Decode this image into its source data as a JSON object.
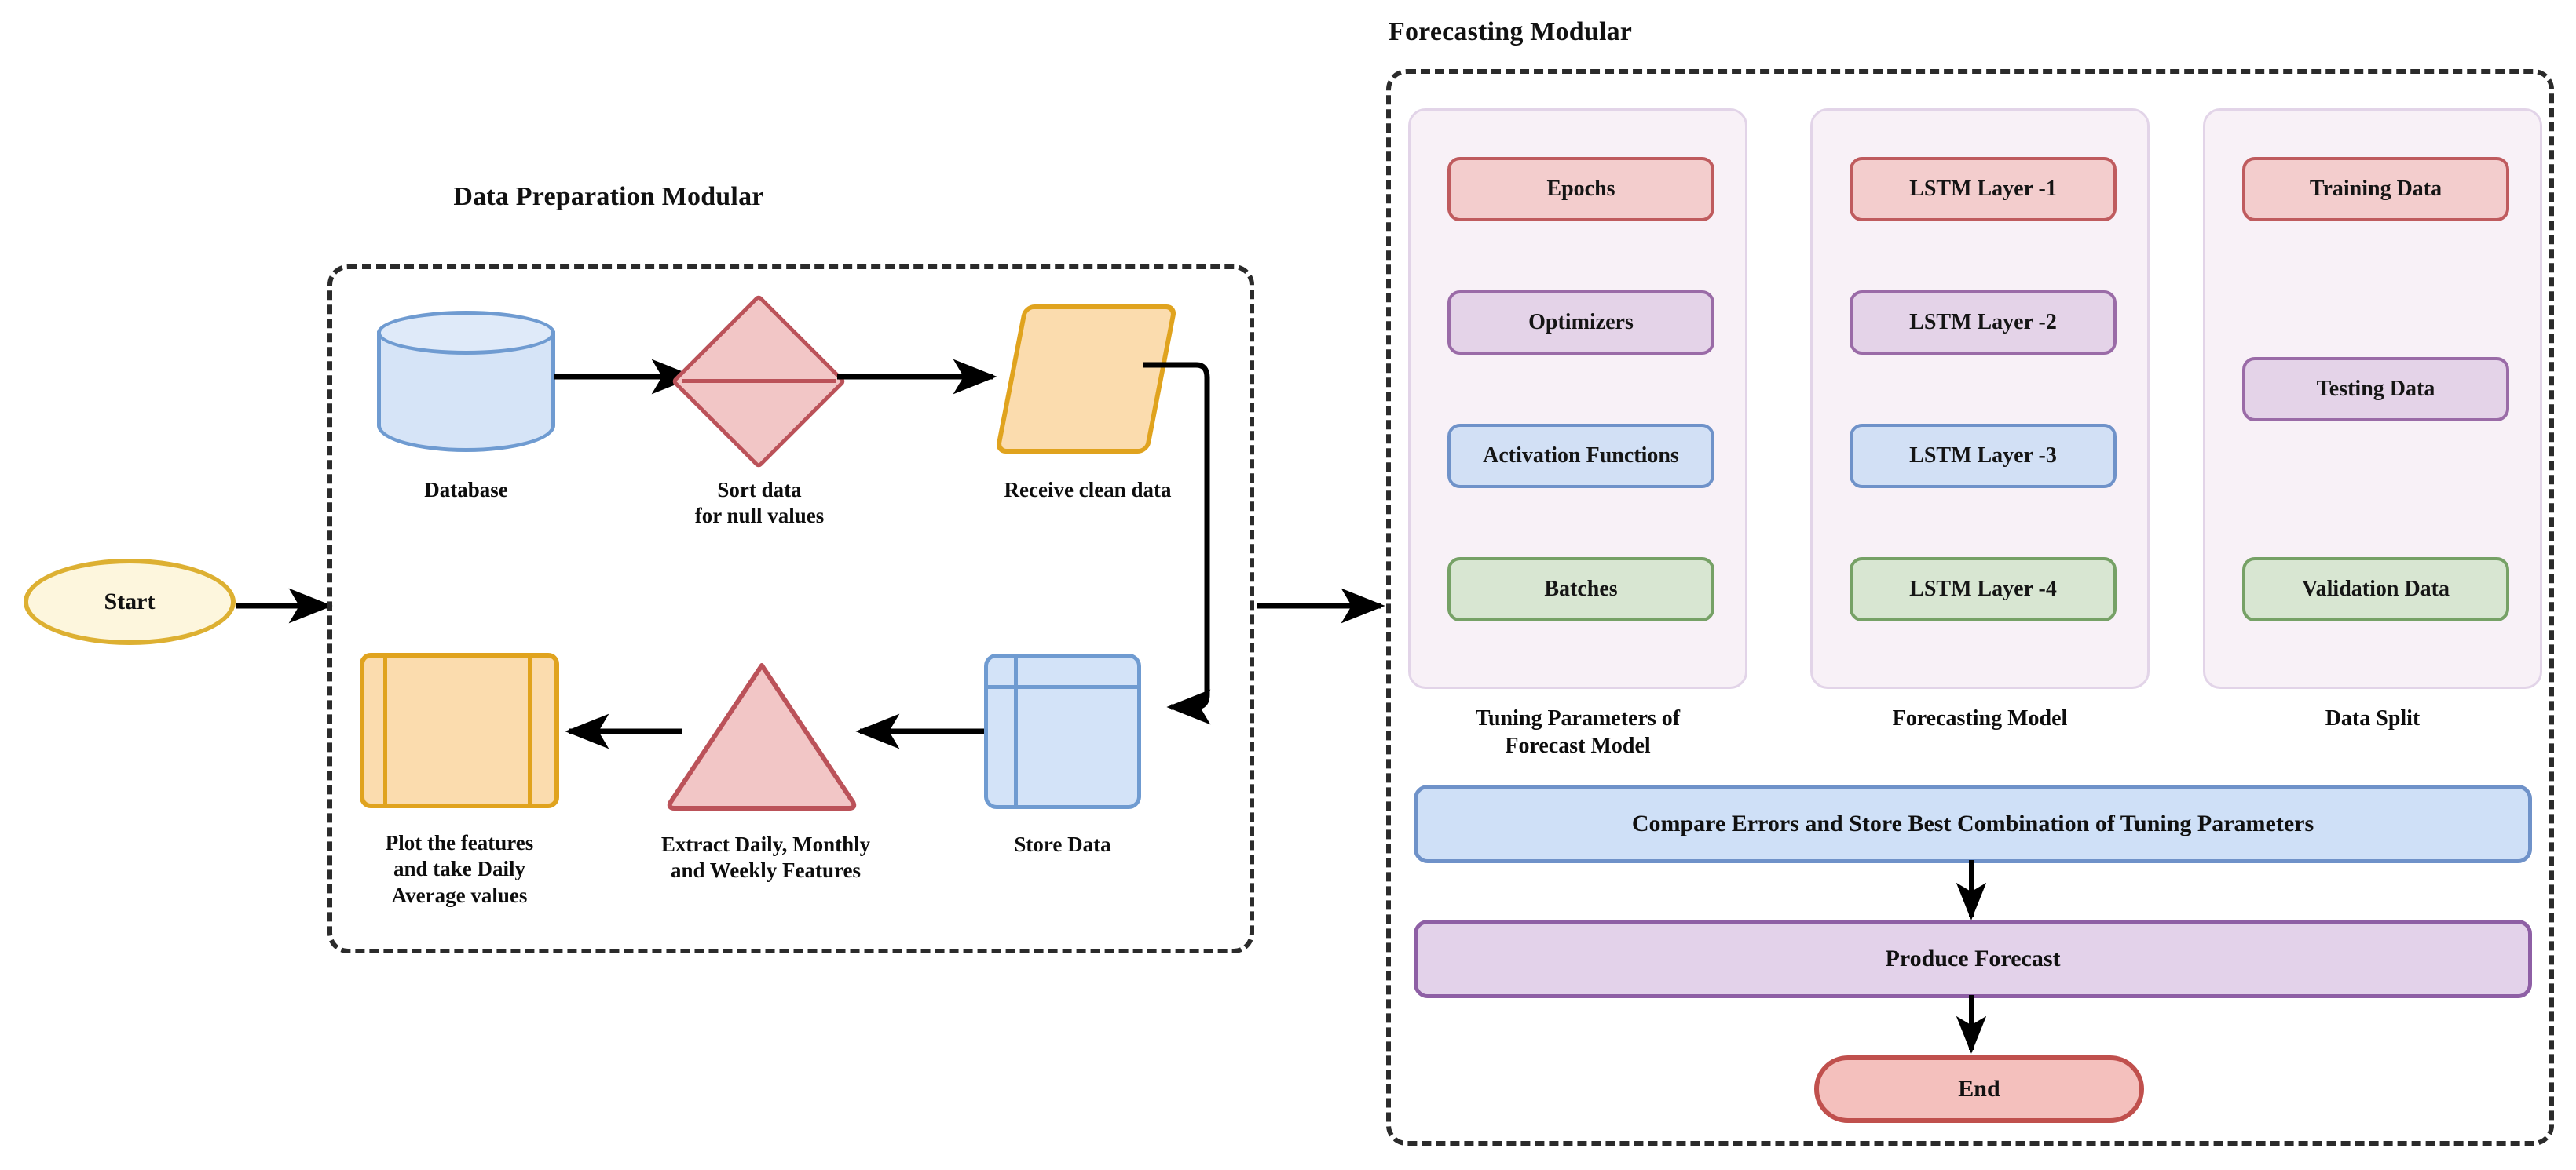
{
  "diagram": {
    "title_data_prep": "Data Preparation Modular",
    "title_forecasting": "Forecasting Modular"
  },
  "start_node": {
    "label": "Start",
    "fill": "#fdf6dd",
    "stroke": "#ddb032"
  },
  "end_node": {
    "label": "End",
    "fill": "#f4c0bd",
    "stroke": "#c0504d"
  },
  "data_prep": {
    "nodes": [
      {
        "id": "database",
        "label": "Database",
        "shape": "cylinder",
        "fill": "#d6e4f7",
        "stroke": "#6f9bd1"
      },
      {
        "id": "sort",
        "label": "Sort data\nfor null values",
        "shape": "diamond",
        "fill": "#f2c6c6",
        "stroke": "#bb5259"
      },
      {
        "id": "receive",
        "label": "Receive clean data",
        "shape": "parallelogram",
        "fill": "#fbdcae",
        "stroke": "#e0a31e"
      },
      {
        "id": "store",
        "label": "Store Data",
        "shape": "grid",
        "fill": "#d3e3f8",
        "stroke": "#6f9bd1"
      },
      {
        "id": "extract",
        "label": "Extract Daily, Monthly\nand Weekly Features",
        "shape": "triangle",
        "fill": "#f2c6c6",
        "stroke": "#bb5259"
      },
      {
        "id": "plot",
        "label": "Plot the features\nand take Daily\nAverage values",
        "shape": "document",
        "fill": "#fbdcae",
        "stroke": "#e0a31e"
      }
    ]
  },
  "forecasting": {
    "columns": [
      {
        "id": "tuning",
        "caption": "Tuning Parameters of\nForecast Model",
        "items": [
          {
            "label": "Epochs",
            "color": "red"
          },
          {
            "label": "Optimizers",
            "color": "purple"
          },
          {
            "label": "Activation Functions",
            "color": "blue"
          },
          {
            "label": "Batches",
            "color": "green"
          }
        ]
      },
      {
        "id": "model",
        "caption": "Forecasting Model",
        "items": [
          {
            "label": "LSTM Layer -1",
            "color": "red"
          },
          {
            "label": "LSTM Layer -2",
            "color": "purple"
          },
          {
            "label": "LSTM Layer -3",
            "color": "blue"
          },
          {
            "label": "LSTM Layer -4",
            "color": "green"
          }
        ]
      },
      {
        "id": "split",
        "caption": "Data Split",
        "items": [
          {
            "label": "Training Data",
            "color": "red"
          },
          {
            "label": "Testing Data",
            "color": "purple"
          },
          {
            "label": "Validation Data",
            "color": "green"
          }
        ]
      }
    ],
    "bars": [
      {
        "id": "compare",
        "label": "Compare Errors and Store Best Combination of Tuning Parameters",
        "color": "blue"
      },
      {
        "id": "produce",
        "label": "Produce Forecast",
        "color": "purple"
      }
    ]
  },
  "palette": {
    "chip_red": "#f3cdcd",
    "chip_red_border": "#bf5b5e",
    "chip_purple": "#e4d3e8",
    "chip_purple_border": "#9a6ba7",
    "chip_blue": "#d2e0f5",
    "chip_blue_border": "#6f92c9",
    "chip_green": "#d8e6d2",
    "chip_green_border": "#76a166",
    "panel_bg": "#f8f1f7",
    "dashed_border": "#2b2b2b",
    "arrow": "#000000"
  }
}
